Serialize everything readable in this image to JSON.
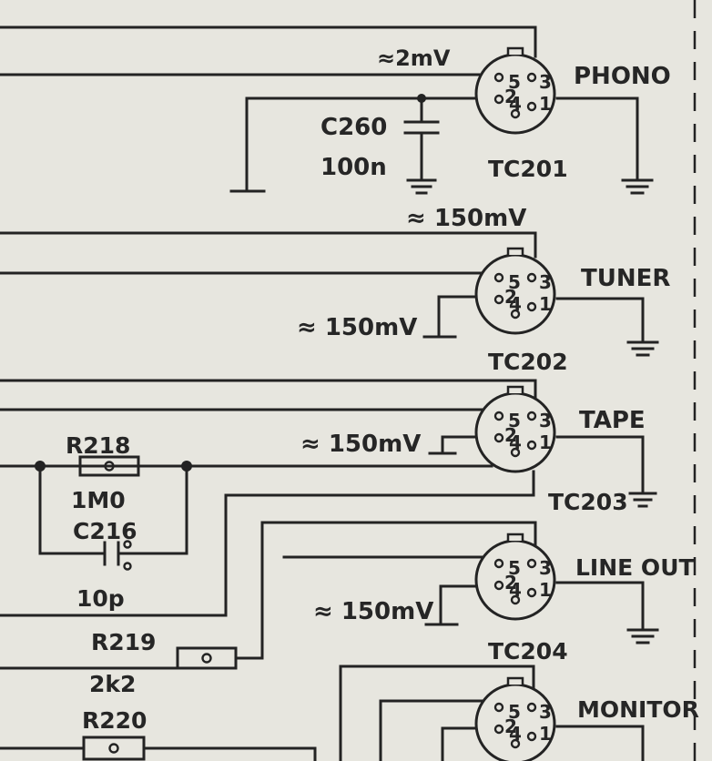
{
  "connectors": {
    "phono": {
      "name": "PHONO",
      "ref": "TC201",
      "level": "≈2mV",
      "pins": [
        "1",
        "2",
        "3",
        "4",
        "5"
      ]
    },
    "tuner": {
      "name": "TUNER",
      "ref": "TC202",
      "level_top": "≈ 150mV",
      "level_side": "≈ 150mV",
      "pins": [
        "1",
        "2",
        "3",
        "4",
        "5"
      ]
    },
    "tape": {
      "name": "TAPE",
      "ref": "TC203",
      "level": "≈ 150mV",
      "pins": [
        "1",
        "2",
        "3",
        "4",
        "5"
      ]
    },
    "line_out": {
      "name": "LINE OUT",
      "ref": "TC204",
      "level": "≈ 150mV",
      "pins": [
        "1",
        "2",
        "3",
        "4",
        "5"
      ]
    },
    "monitor": {
      "name": "MONITOR",
      "pins": [
        "1",
        "2",
        "3",
        "4",
        "5"
      ]
    }
  },
  "components": {
    "c260": {
      "ref": "C260",
      "value": "100n"
    },
    "r218": {
      "ref": "R218",
      "value": "1M0"
    },
    "c216": {
      "ref": "C216",
      "value": "10p"
    },
    "r219": {
      "ref": "R219",
      "value": "2k2"
    },
    "r220": {
      "ref": "R220"
    }
  }
}
